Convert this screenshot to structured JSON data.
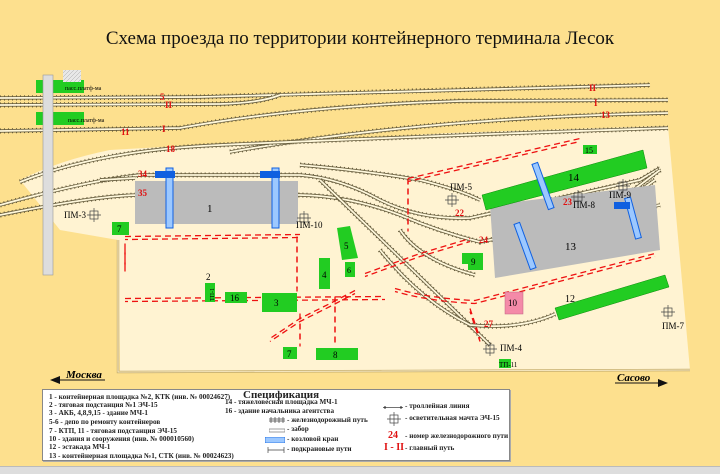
{
  "title": "Схема проезда по территории контейнерного терминала Лесок",
  "directions": {
    "left": "Москва",
    "right": "Сасово"
  },
  "platforms": [
    "пасс.платф-ма",
    "пасс.платф-ма"
  ],
  "track_numbers": {
    "t5": "5",
    "tII_left": "II",
    "t11": "11",
    "tI_left": "I",
    "t18": "18",
    "tII_right": "II",
    "tI_right": "I",
    "t13": "13",
    "t34": "34",
    "t35": "35",
    "t22": "22",
    "t23": "23",
    "t24": "24",
    "t27": "27"
  },
  "objects": {
    "o1": "1",
    "o2": "2",
    "o3": "3",
    "o4": "4",
    "o5": "5",
    "o6": "6",
    "o7a": "7",
    "o7b": "7",
    "o8": "8",
    "o9": "9",
    "o10": "10",
    "o12": "12",
    "o13": "13",
    "o14": "14",
    "o15": "15",
    "o16": "16",
    "tp1": "ТП-1",
    "tp11": "ТП-11"
  },
  "masts": {
    "pm3": "ПМ-3",
    "pm4": "ПМ-4",
    "pm5": "ПМ-5",
    "pm7": "ПМ-7",
    "pm8": "ПМ-8",
    "pm9": "ПМ-9",
    "pm10": "ПМ-10"
  },
  "legend": {
    "heading": "Спецификация",
    "items_left": [
      "1 - контейнерная площадка №2, КТК (инв. № 00024627)",
      "2 - тяговая подстанция №1 ЭЧ-15",
      "3 - АКБ, 4,8,9,15 - здание МЧ-1",
      "5-6 - депо по ремонту контейнеров",
      "7 - КТП, 11 - тяговая подстанция ЭЧ-15",
      "10 - здания и сооружения   (инв. № 000010560)",
      "12 - эстакада МЧ-1",
      "13 - контейнерная площадка №1, СТК (инв. № 00024623)"
    ],
    "items_middle": [
      "14 - тяжеловесная площадка МЧ-1",
      "16 - здание начальника агентства"
    ],
    "symbols_middle": [
      "- железнодорожный путь",
      "- забор",
      "- козловой кран",
      "- подкрановые пути"
    ],
    "symbols_right": [
      "- троллейная линия",
      "- осветительная мачта ЭЧ-15",
      "- номер железнодорожного пути",
      "- главный путь"
    ],
    "sample_track_number": "24",
    "sample_main_track": "I - II"
  },
  "colors": {
    "background": "#fde08e",
    "inner": "#fff3d2",
    "building": "#22cc22",
    "crane": "#1060e0",
    "track_number": "#e01010",
    "pink": "#f48aa8"
  }
}
